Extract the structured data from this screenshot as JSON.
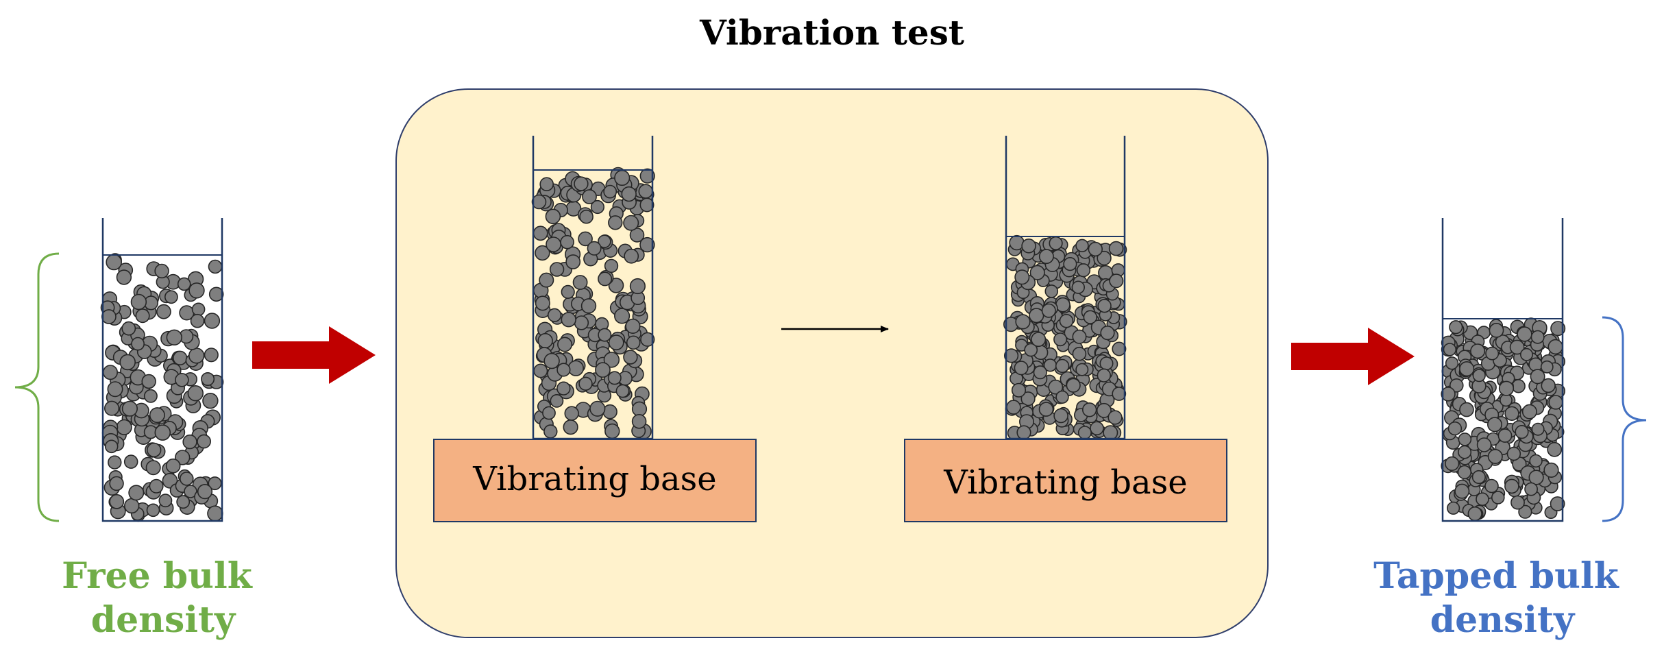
{
  "title": "Vibration test",
  "left_label": {
    "line1": "Free bulk",
    "line2": "density",
    "color": "#70ad47"
  },
  "right_label": {
    "line1": "Tapped bulk",
    "line2": "density",
    "color": "#4472c4"
  },
  "vibrating_base_left": "Vibrating base",
  "vibrating_base_right": "Vibrating base",
  "colors": {
    "panel_fill": "#fff2cc",
    "panel_stroke": "#2f3e6b",
    "base_fill": "#f4b183",
    "base_stroke": "#1f3864",
    "arrow_red": "#c00000",
    "particle_fill": "#7f7f7f",
    "particle_stroke": "#262626",
    "container_stroke": "#1f3864"
  },
  "icons": {
    "process_arrow": "red-block-arrow",
    "transition_arrow": "thin-arrow",
    "bracket": "curly-brace"
  }
}
